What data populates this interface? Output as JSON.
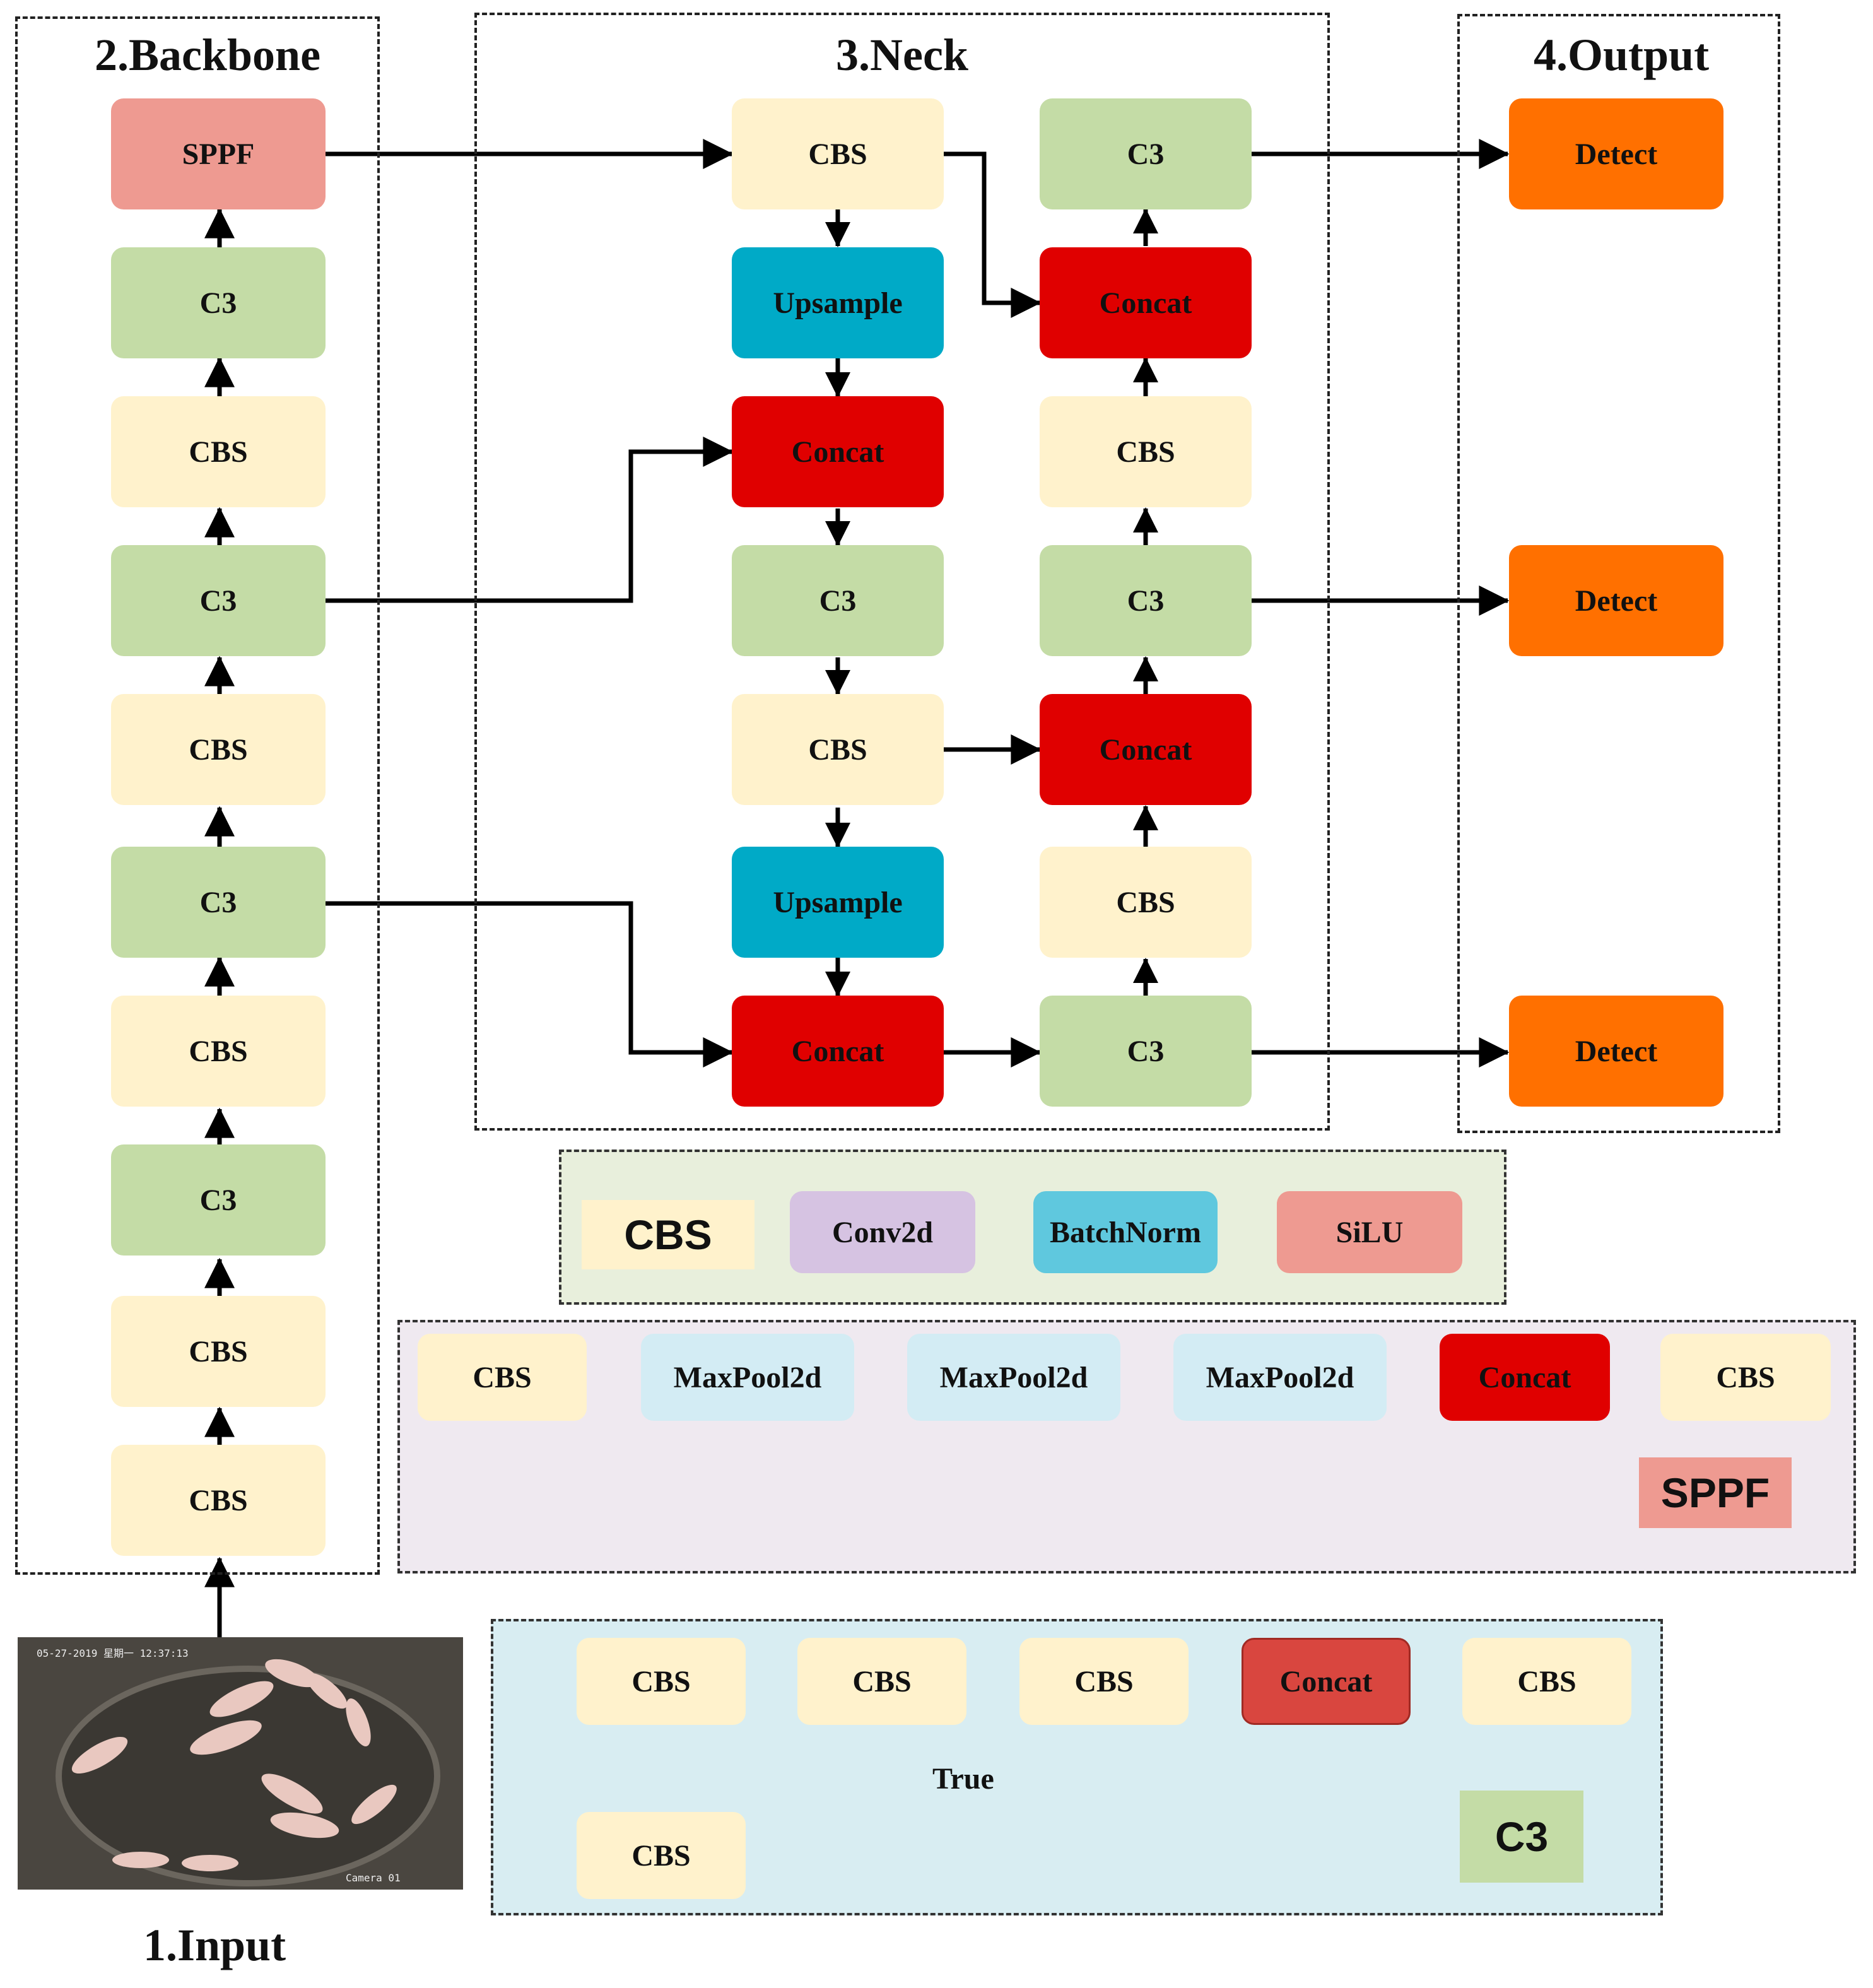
{
  "sections": {
    "input": "1.Input",
    "backbone": "2.Backbone",
    "neck": "3.Neck",
    "output": "4.Output"
  },
  "backbone": [
    "SPPF",
    "C3",
    "CBS",
    "C3",
    "CBS",
    "C3",
    "CBS",
    "C3",
    "CBS",
    "CBS"
  ],
  "neck": {
    "col1": [
      "CBS",
      "Upsample",
      "Concat",
      "C3",
      "CBS",
      "Upsample",
      "Concat"
    ],
    "col2": [
      "C3",
      "Concat",
      "CBS",
      "C3",
      "Concat",
      "CBS",
      "C3"
    ]
  },
  "output": [
    "Detect",
    "Detect",
    "Detect"
  ],
  "cbs_module": {
    "legend": "CBS",
    "steps": [
      "Conv2d",
      "BatchNorm",
      "SiLU"
    ]
  },
  "sppf_module": {
    "legend": "SPPF",
    "steps": [
      "CBS",
      "MaxPool2d",
      "MaxPool2d",
      "MaxPool2d",
      "Concat",
      "CBS"
    ]
  },
  "c3_module": {
    "legend": "C3",
    "top": [
      "CBS",
      "CBS",
      "CBS",
      "Concat",
      "CBS"
    ],
    "bottom": "CBS",
    "shortcut_label": "True"
  },
  "input_image": {
    "timestamp": "05-27-2019 星期一 12:37:13",
    "camera": "Camera 01"
  }
}
